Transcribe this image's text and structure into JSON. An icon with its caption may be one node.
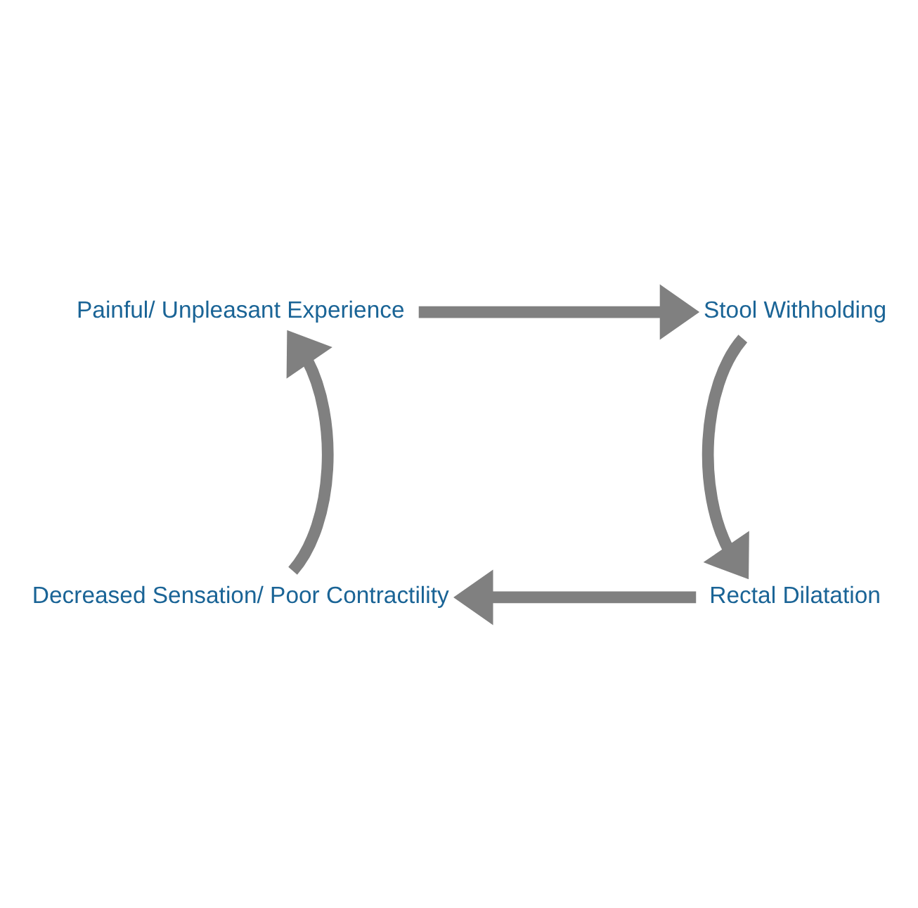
{
  "diagram": {
    "nodes": [
      {
        "text": [
          "Painful/ Unpleasant Experience"
        ]
      },
      {
        "text": [
          "Stool Withholding"
        ]
      },
      {
        "text": [
          "Rectal Dilatation"
        ]
      },
      {
        "text": [
          "Decreased Sensation/ Poor Contractility"
        ]
      }
    ],
    "edges": [
      {
        "from": 0,
        "to": 1,
        "arrow": "to"
      },
      {
        "from": 1,
        "to": 2,
        "arrow": "to"
      },
      {
        "from": 2,
        "to": 3,
        "arrow": "to"
      },
      {
        "from": 3,
        "to": 0,
        "arrow": "to"
      }
    ]
  }
}
